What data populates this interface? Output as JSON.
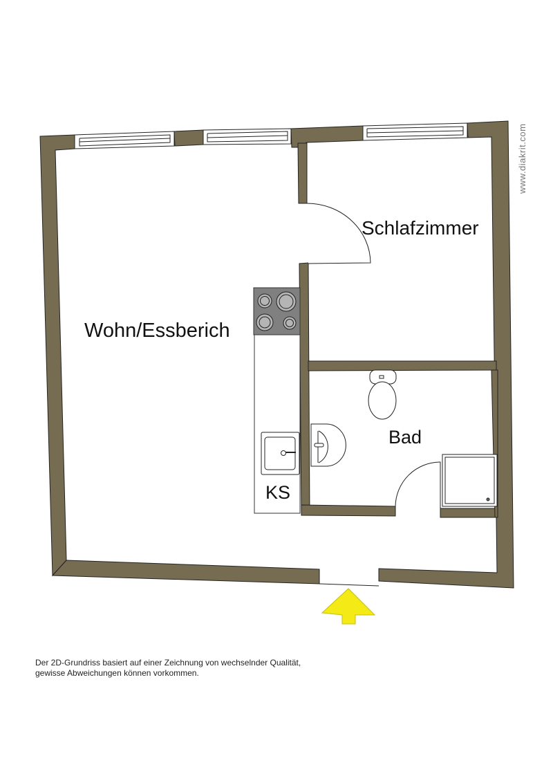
{
  "plan": {
    "wall_color": "#756c51",
    "entrance_arrow_color": "#f3ea16",
    "stove_color": "#808080",
    "rooms": [
      {
        "id": "wohn",
        "label": "Wohn/Essberich"
      },
      {
        "id": "schlaf",
        "label": "Schlafzimmer"
      },
      {
        "id": "bad",
        "label": "Bad"
      },
      {
        "id": "ks",
        "label": "KS"
      }
    ]
  },
  "watermark": "www.diakrit.com",
  "disclaimer": {
    "line1": "Der 2D-Grundriss basiert auf einer Zeichnung von wechselnder Qualität,",
    "line2": "gewisse Abweichungen können vorkommen."
  }
}
